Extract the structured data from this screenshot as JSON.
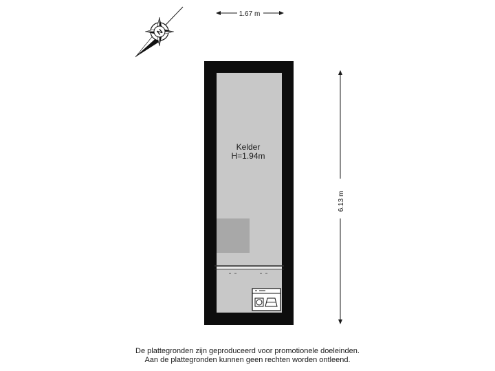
{
  "compass": {
    "north_letter": "N",
    "icon": "compass-icon"
  },
  "dimensions": {
    "width_label": "1.67 m",
    "height_label": "6.13 m"
  },
  "room": {
    "name": "Kelder",
    "height": "H=1.94m"
  },
  "appliance": {
    "icon": "washing-machine-icon"
  },
  "disclaimer": {
    "line1": "De plattegronden zijn geproduceerd voor promotionele doeleinden.",
    "line2": "Aan de plattegronden kunnen geen rechten worden ontleend."
  },
  "colors": {
    "wall": "#0d0d0d",
    "floor": "#c8c8c8",
    "block": "#a8a8a8"
  }
}
